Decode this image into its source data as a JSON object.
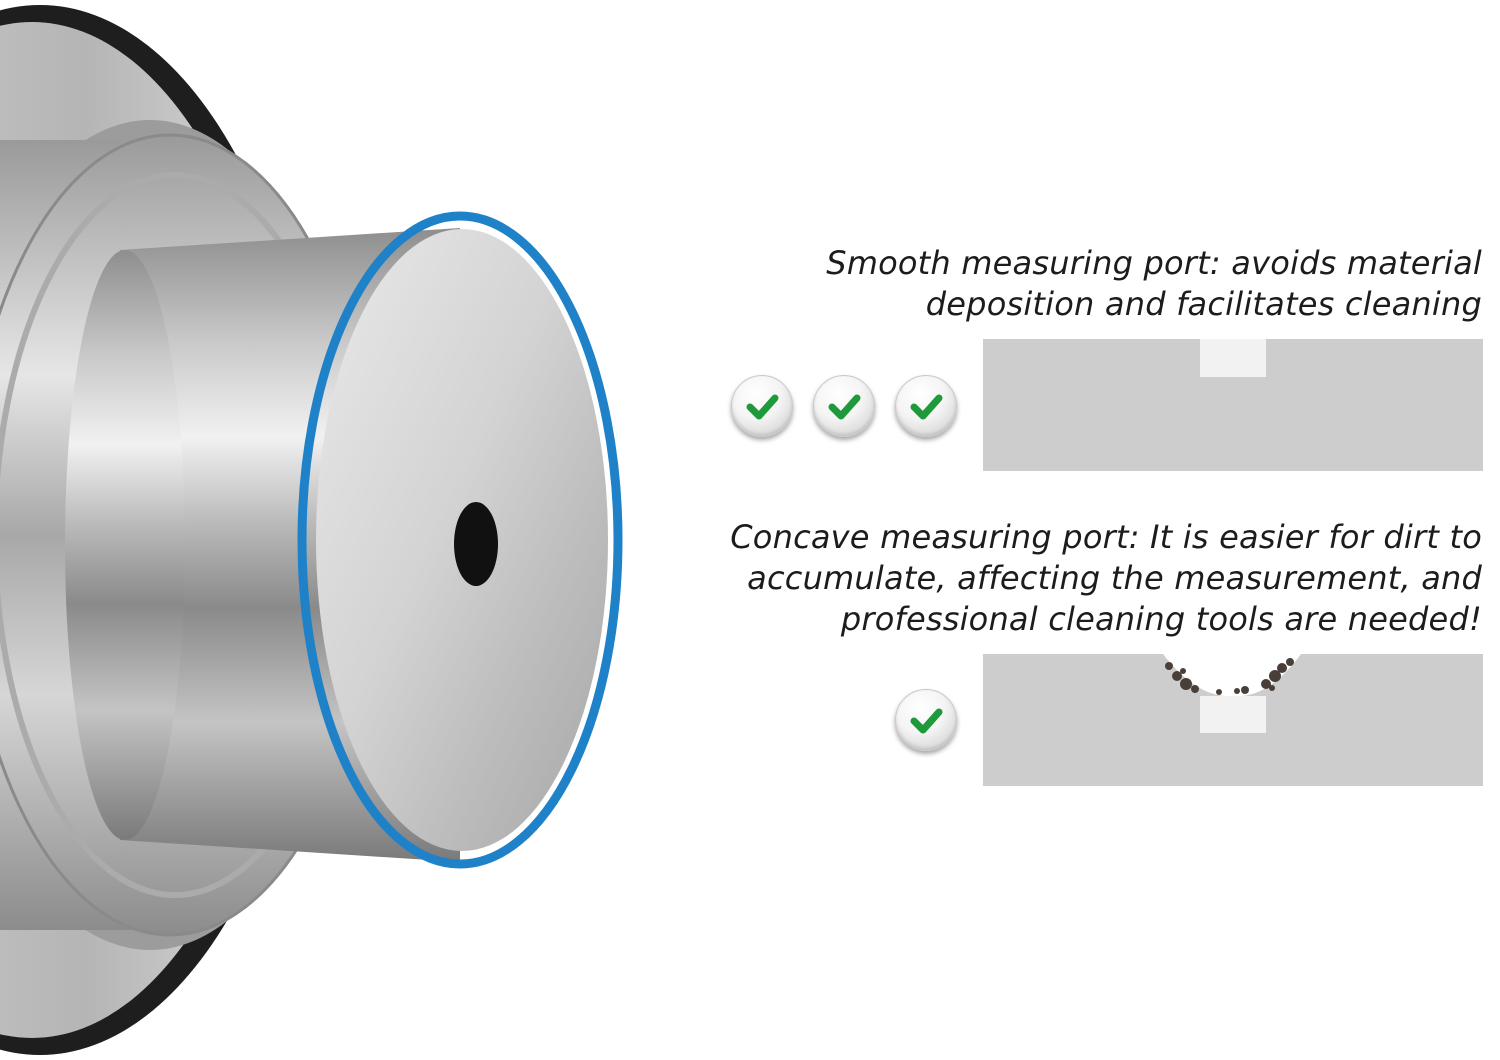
{
  "captions": {
    "smooth": {
      "line1": "Smooth measuring port: avoids material",
      "line2": "deposition and facilitates cleaning"
    },
    "concave": {
      "line1": "Concave measuring port: It is easier for dirt to",
      "line2": "accumulate, affecting the measurement, and",
      "line3": "professional cleaning tools are needed!"
    }
  },
  "ratings": {
    "smooth_checks": 3,
    "concave_checks": 1
  },
  "colors": {
    "highlight_ring": "#1f82c8",
    "check_green": "#1f9a3a",
    "diagram_gray": "#cdcdcd",
    "sensor_window": "#f2f2f2",
    "dirt": "#4a3f38"
  },
  "icons": {
    "check": "check-icon"
  }
}
